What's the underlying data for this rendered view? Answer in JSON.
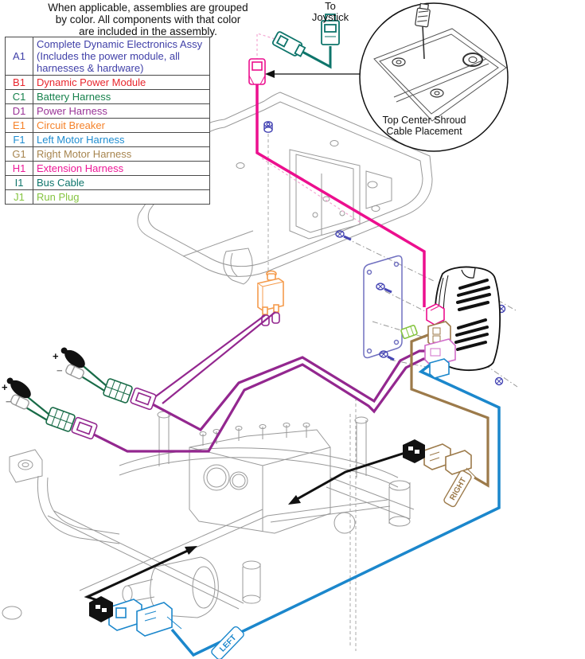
{
  "title_lines": [
    "When applicable, assemblies are grouped",
    "by color. All components with that color",
    "are included in the assembly."
  ],
  "legend": {
    "rows": [
      {
        "id": "A1",
        "label": "Complete Dynamic Electronics Assy (Includes the power module, all harnesses & hardware)",
        "color": "#4040A8"
      },
      {
        "id": "B1",
        "label": "Dynamic Power Module",
        "color": "#E8262D"
      },
      {
        "id": "C1",
        "label": "Battery Harness",
        "color": "#15804B"
      },
      {
        "id": "D1",
        "label": "Power Harness",
        "color": "#9A3397"
      },
      {
        "id": "E1",
        "label": "Circuit Breaker",
        "color": "#F5822A"
      },
      {
        "id": "F1",
        "label": "Left Motor Harness",
        "color": "#1F8DD1"
      },
      {
        "id": "G1",
        "label": "Right Motor Harness",
        "color": "#A7854F"
      },
      {
        "id": "H1",
        "label": "Extension Harness",
        "color": "#EE1898"
      },
      {
        "id": "I1",
        "label": "Bus Cable",
        "color": "#0E756B"
      },
      {
        "id": "J1",
        "label": "Run Plug",
        "color": "#85C440"
      }
    ]
  },
  "annotations": {
    "to_joystick_line1": "To",
    "to_joystick_line2": "Joystick",
    "callout_line1": "Top Center Shroud",
    "callout_line2": "Cable Placement",
    "right_tag": "RIGHT",
    "left_tag": "LEFT",
    "plus": "+",
    "minus": "−"
  },
  "colors": {
    "extension_harness": "#EC0F8E",
    "bus_cable": "#0E756B",
    "power_harness": "#93278F",
    "battery_harness": "#186B47",
    "circuit_breaker": "#F59B4C",
    "left_motor_harness": "#1B87CC",
    "right_motor_harness": "#9C7A4A",
    "run_plug": "#85C440",
    "hardware_screws": "#4646B4",
    "mounting_plate": "#7070C0",
    "line_art": "#999999",
    "module_outline": "#111111"
  }
}
